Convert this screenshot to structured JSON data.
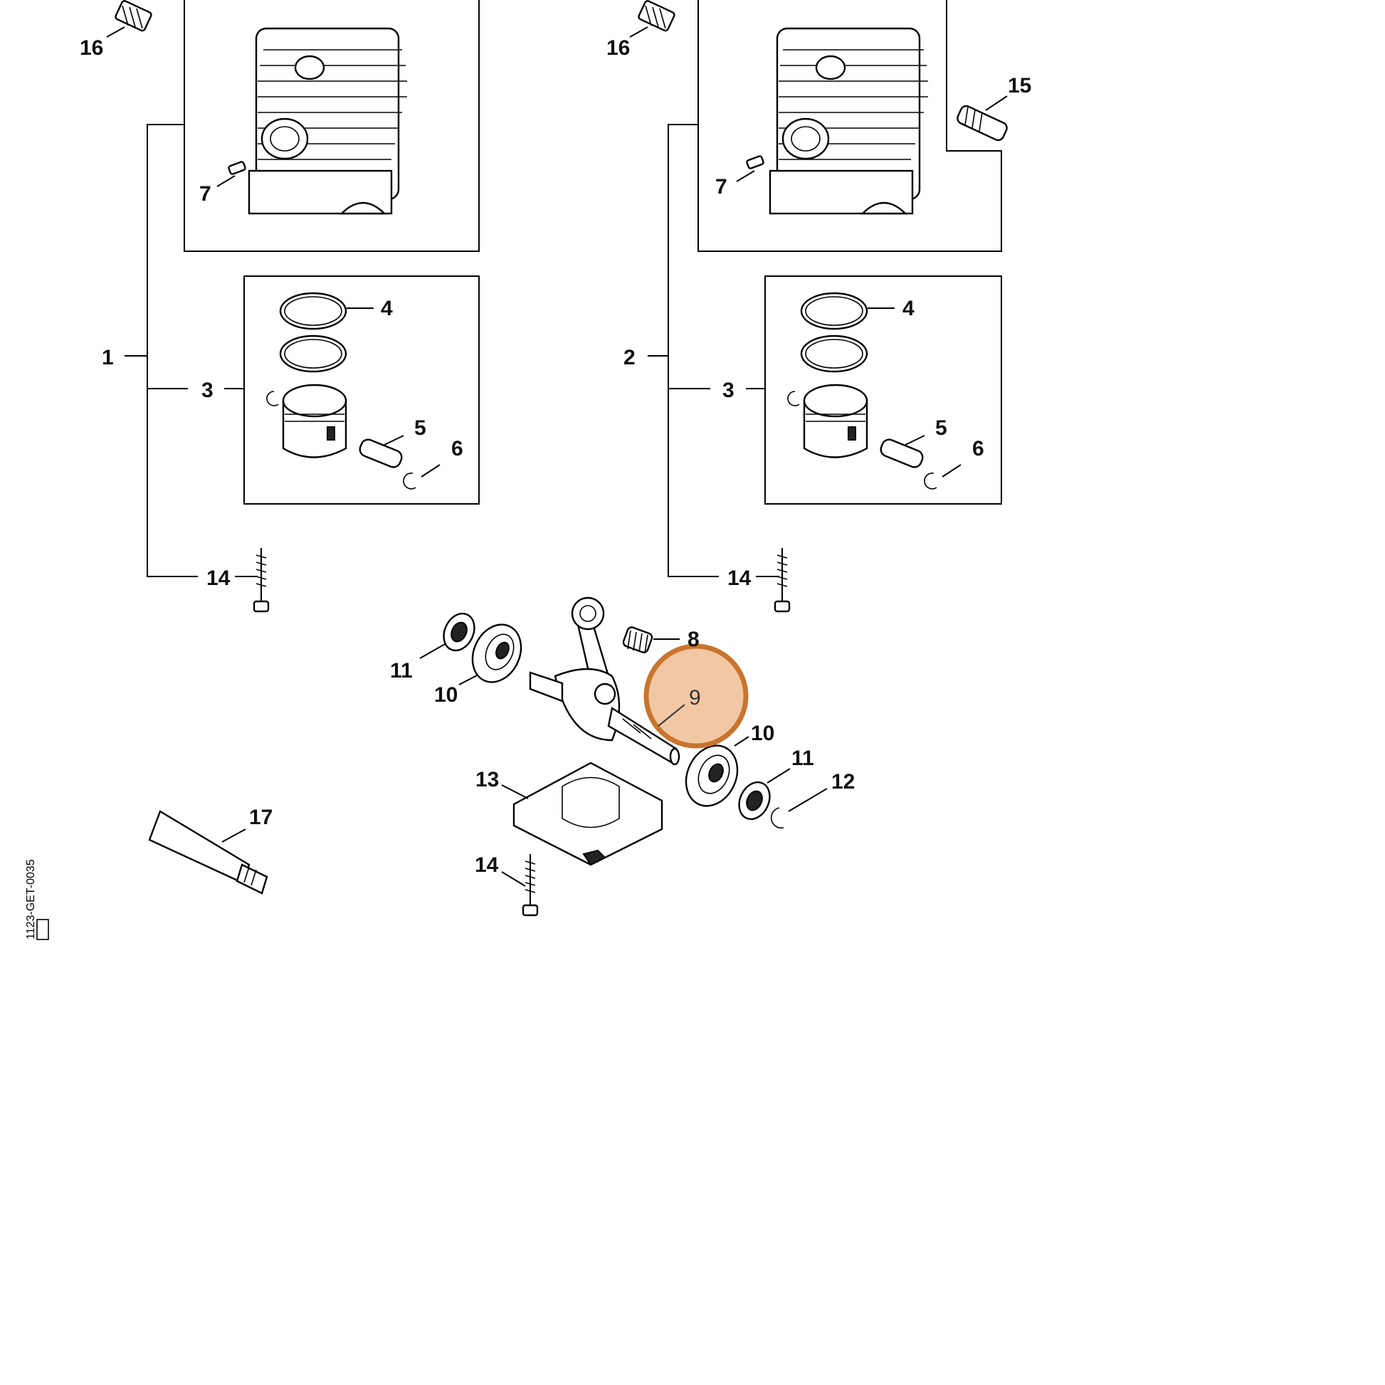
{
  "diagram": {
    "callouts": {
      "c16a": "16",
      "c16b": "16",
      "c7a": "7",
      "c7b": "7",
      "c15": "15",
      "c4a": "4",
      "c4b": "4",
      "c1": "1",
      "c2": "2",
      "c3a": "3",
      "c3b": "3",
      "c5a": "5",
      "c5b": "5",
      "c6a": "6",
      "c6b": "6",
      "c14a": "14",
      "c14b": "14",
      "c14c": "14",
      "c11a": "11",
      "c11b": "11",
      "c10a": "10",
      "c10b": "10",
      "c8": "8",
      "c9": "9",
      "c12": "12",
      "c13": "13",
      "c17": "17"
    },
    "highlight": {
      "label": "9",
      "fill": "#f2c7a4",
      "stroke": "#c8742e"
    },
    "drawing_code": "1123-GET-0035"
  }
}
